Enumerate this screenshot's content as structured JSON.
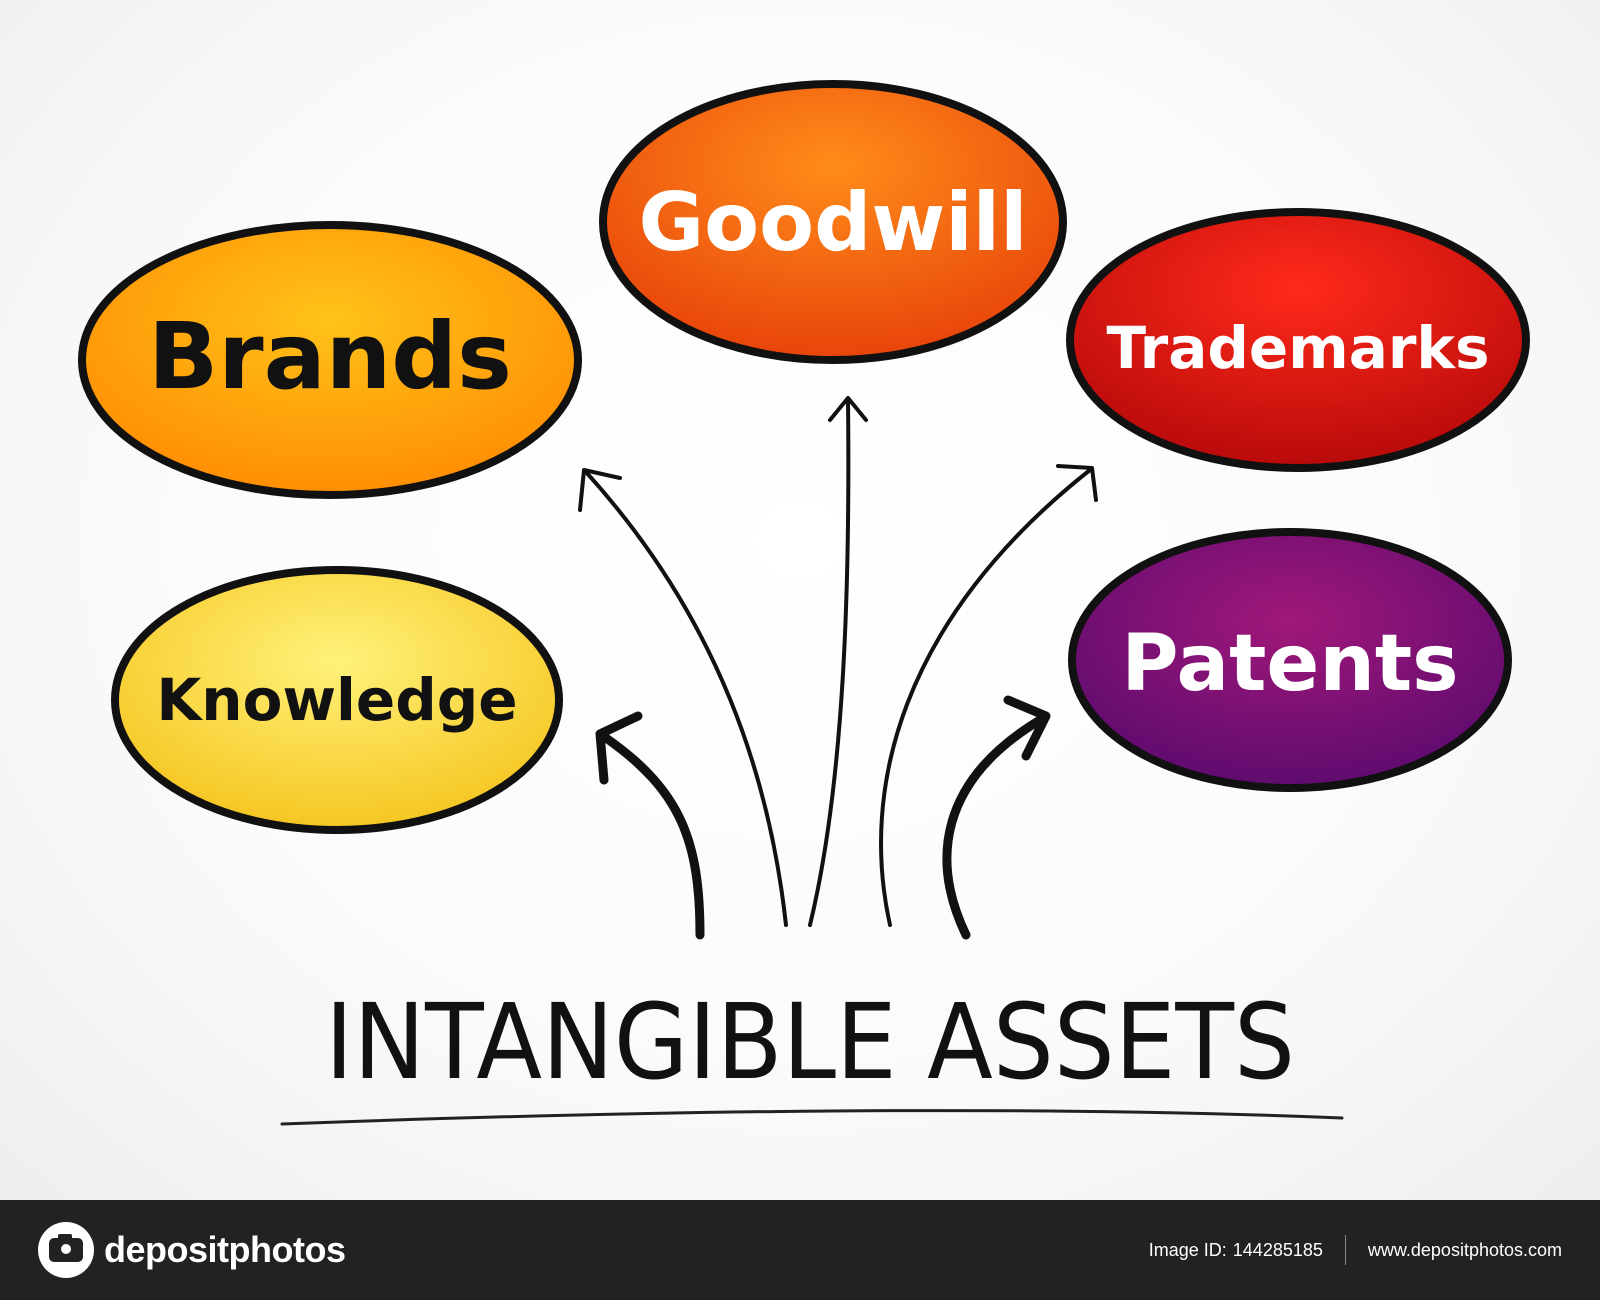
{
  "diagram": {
    "title": "INTANGIBLE ASSETS",
    "nodes": [
      {
        "id": "brands",
        "label": "Brands",
        "color_top": "#ffc21a",
        "color_bottom": "#ff8a00",
        "text_color": "#111111"
      },
      {
        "id": "goodwill",
        "label": "Goodwill",
        "color_top": "#ff8c1a",
        "color_bottom": "#e8440a",
        "text_color": "#ffffff"
      },
      {
        "id": "trademarks",
        "label": "Trademarks",
        "color_top": "#ff2a1a",
        "color_bottom": "#b80a0a",
        "text_color": "#ffffff"
      },
      {
        "id": "knowledge",
        "label": "Knowledge",
        "color_top": "#fff27a",
        "color_bottom": "#f5c21a",
        "text_color": "#111111"
      },
      {
        "id": "patents",
        "label": "Patents",
        "color_top": "#a0187a",
        "color_bottom": "#5a0a6e",
        "text_color": "#ffffff"
      }
    ],
    "watermark": "depositphotos"
  },
  "footer": {
    "logo_text": "depositphotos",
    "image_id_label": "Image ID:",
    "image_id": "144285185",
    "website": "www.depositphotos.com"
  }
}
